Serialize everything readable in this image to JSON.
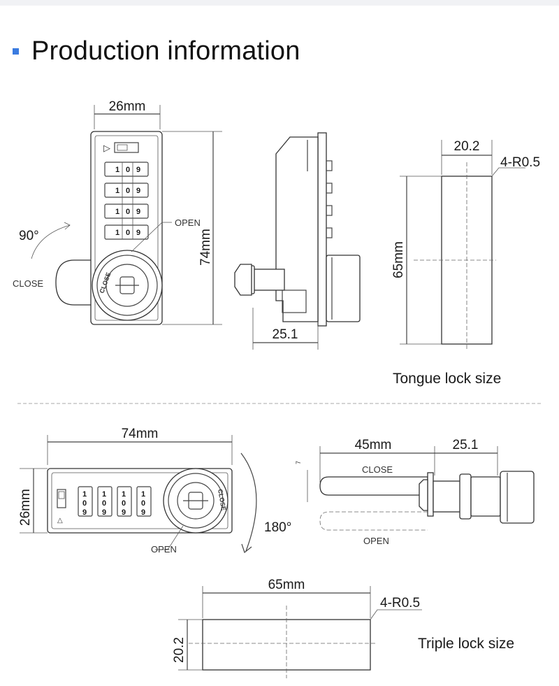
{
  "header": {
    "title": "Production information",
    "marker_color": "#3a7be0"
  },
  "tongue_lock": {
    "front_view": {
      "width_label": "26mm",
      "height_label": "74mm",
      "rotation_label": "90°",
      "open_label": "OPEN",
      "close_label": "CLOSE",
      "knob_text": "CLOSE",
      "digit_rows": [
        [
          "1",
          "0",
          "9"
        ],
        [
          "1",
          "0",
          "9"
        ],
        [
          "1",
          "0",
          "9"
        ],
        [
          "1",
          "0",
          "9"
        ]
      ]
    },
    "side_view": {
      "depth_label": "25.1"
    },
    "tongue": {
      "width_label": "20.2",
      "height_label": "65mm",
      "corner_label": "4-R0.5"
    },
    "caption": "Tongue lock size"
  },
  "triple_lock": {
    "front_view": {
      "width_label": "74mm",
      "height_label": "26mm",
      "rotation_label": "180°",
      "open_label": "OPEN",
      "knob_text": "CLOSE",
      "digit_columns": [
        [
          "1",
          "0",
          "9"
        ],
        [
          "1",
          "0",
          "9"
        ],
        [
          "1",
          "0",
          "9"
        ],
        [
          "1",
          "0",
          "9"
        ]
      ]
    },
    "side_view": {
      "tongue_length_label": "45mm",
      "body_depth_label": "25.1",
      "close_label": "CLOSE",
      "open_label": "OPEN"
    },
    "tongue": {
      "width_label": "65mm",
      "height_label": "20.2",
      "corner_label": "4-R0.5"
    },
    "caption": "Triple lock size"
  }
}
